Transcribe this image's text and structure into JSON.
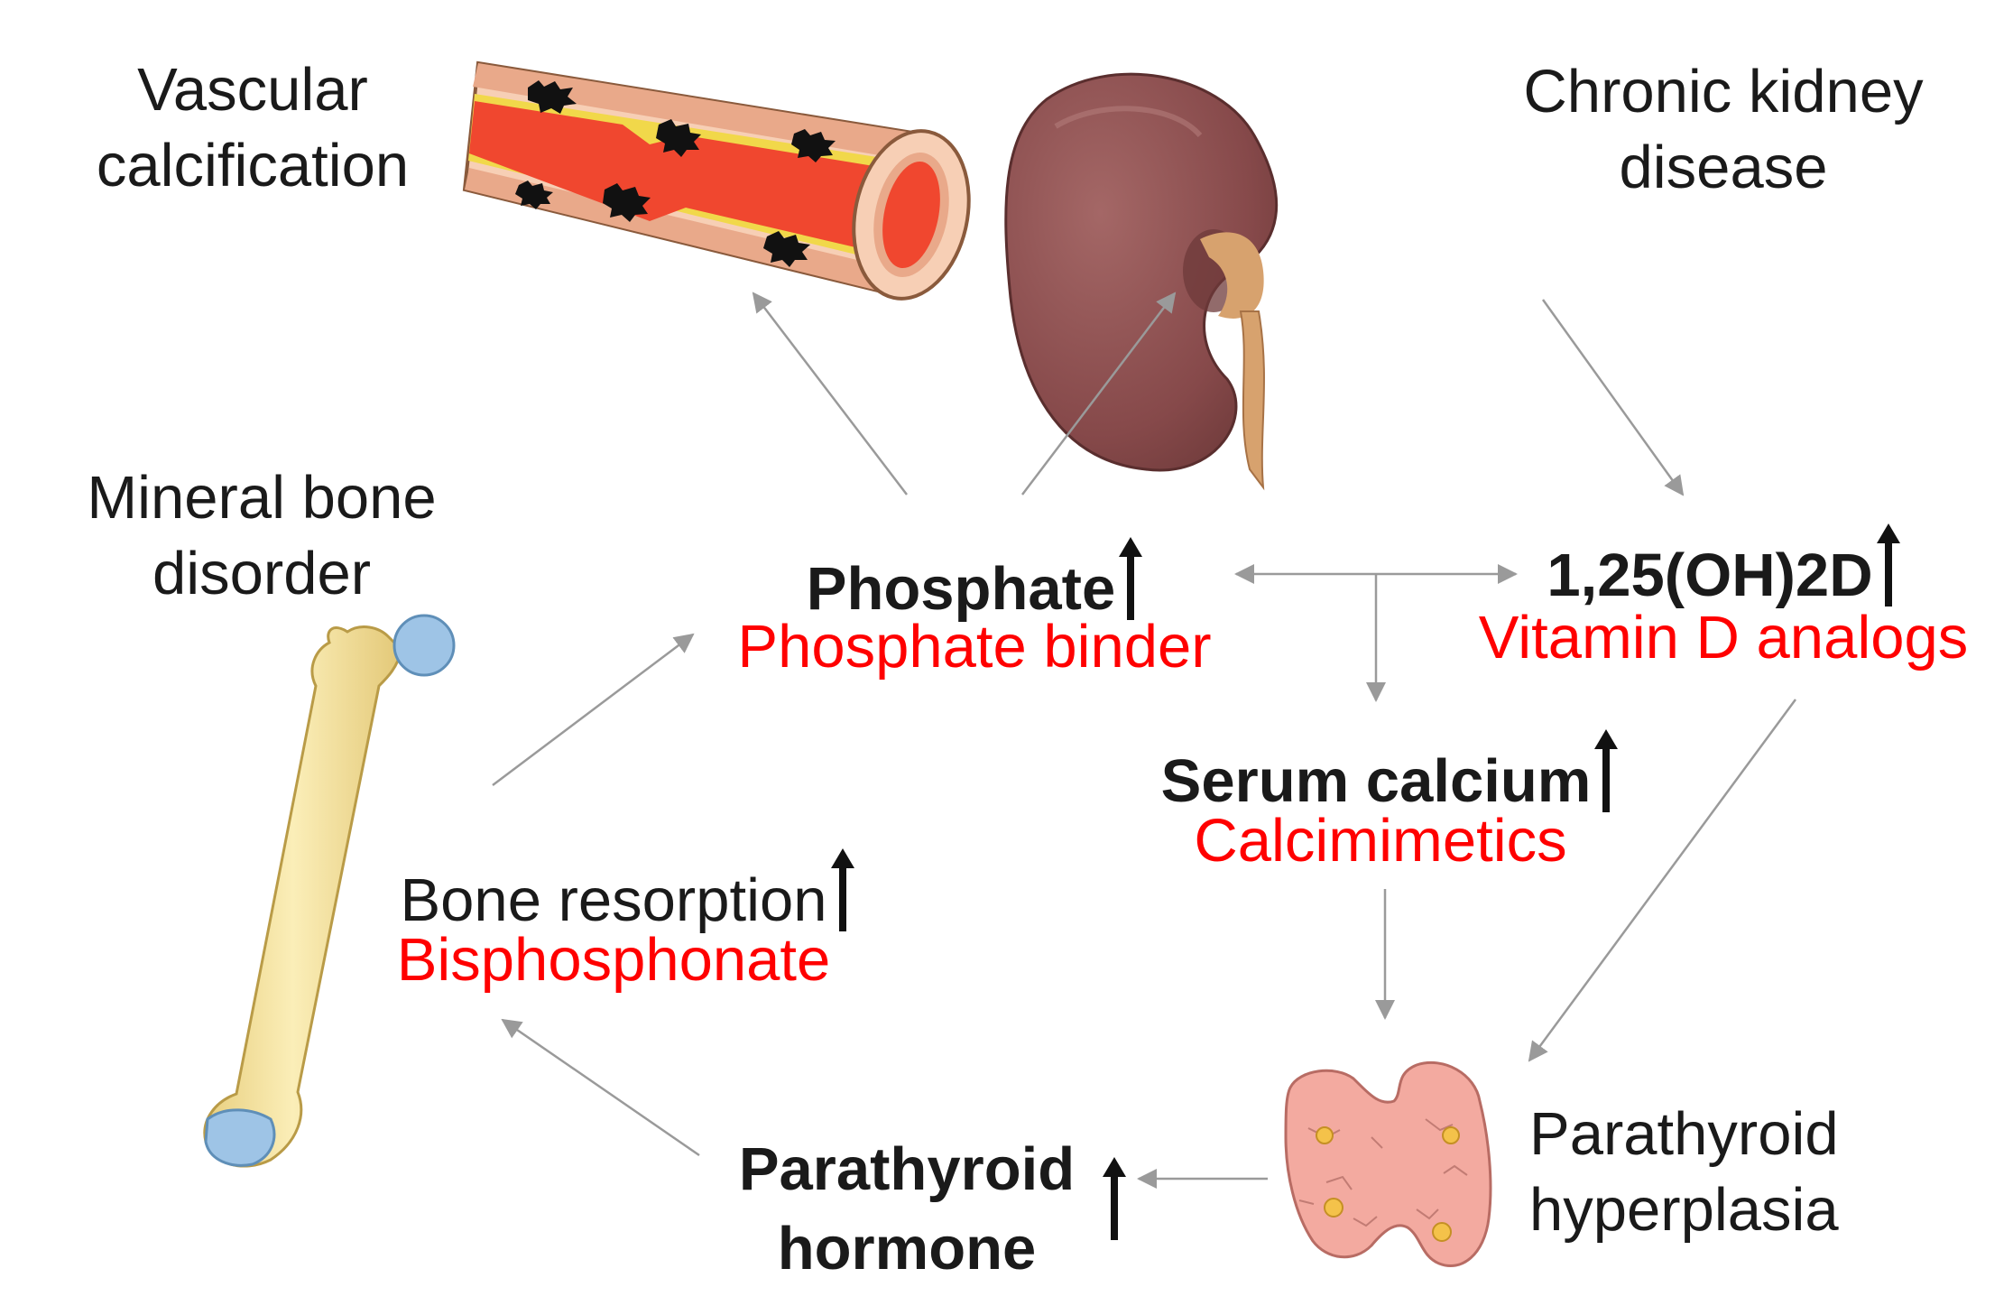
{
  "colors": {
    "arrow": "#9a9a9a",
    "drug_text": "#ff0000",
    "label_text": "#1a1a1a",
    "blood": "#f0472f",
    "plaque": "#f1d84a",
    "kidney": "#8a4e4e",
    "ureter": "#d7a26e",
    "bone": "#f6e3a0",
    "bone_joint": "#9ec4e6",
    "parathyroid": "#f3aaa0",
    "parathyroid_nodule": "#f4c24a"
  },
  "organs": {
    "vascular": "Vascular calcification",
    "kidney": "Chronic kidney disease",
    "bone": "Mineral bone disorder",
    "parathyroid": "Parathyroid hyperplasia"
  },
  "nodes": {
    "phosphate": {
      "label": "Phosphate",
      "drug": "Phosphate binder"
    },
    "vitd": {
      "label": "1,25(OH)2D",
      "drug": "Vitamin D analogs"
    },
    "calcium": {
      "label": "Serum calcium",
      "drug": "Calcimimetics"
    },
    "resorption": {
      "label": "Bone resorption",
      "drug": "Bisphosphonate"
    },
    "pth": {
      "label": "Parathyroid hormone"
    }
  }
}
